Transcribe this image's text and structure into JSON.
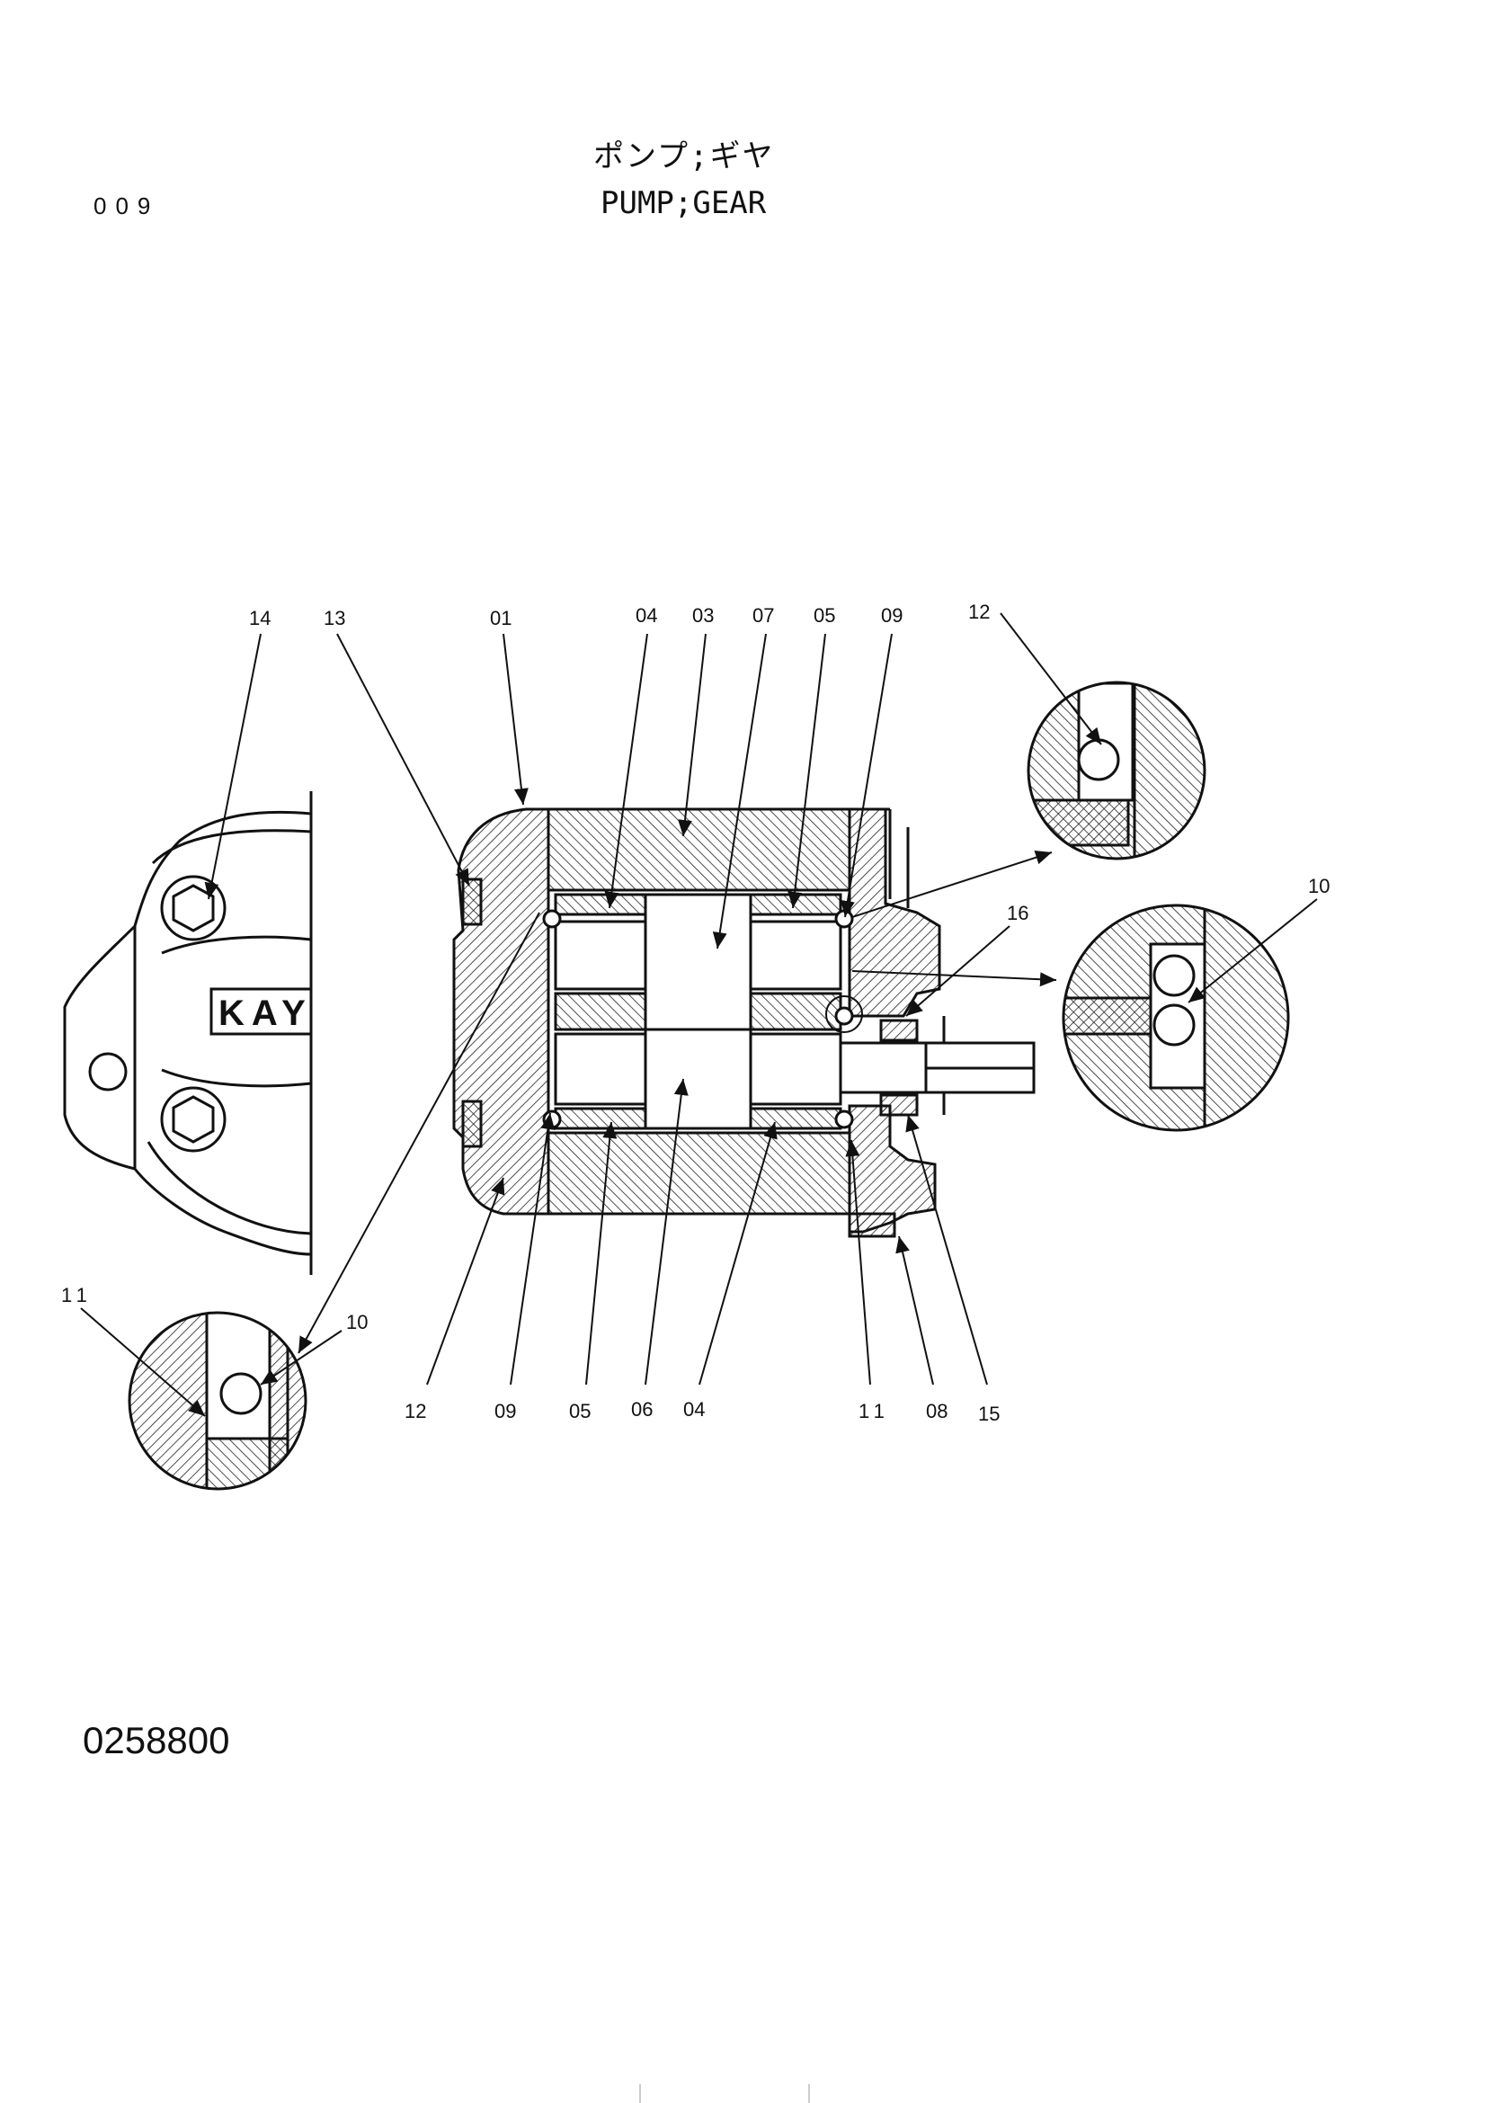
{
  "header": {
    "title_jp": "ポンプ;ギヤ",
    "title_en": "PUMP;GEAR",
    "page_number": "009"
  },
  "footer": {
    "document_number": "0258800"
  },
  "diagram": {
    "logo_text": "KAY",
    "part_labels": {
      "p14": "14",
      "p13": "13",
      "p01": "01",
      "p04a": "04",
      "p03": "03",
      "p07": "07",
      "p05a": "05",
      "p09a": "09",
      "p12a": "12",
      "p16": "16",
      "p10a": "10",
      "p11a": "11",
      "p10b": "10",
      "p12b": "12",
      "p09b": "09",
      "p05b": "05",
      "p06": "06",
      "p04b": "04",
      "p11b": "11",
      "p08": "08",
      "p15": "15"
    }
  }
}
